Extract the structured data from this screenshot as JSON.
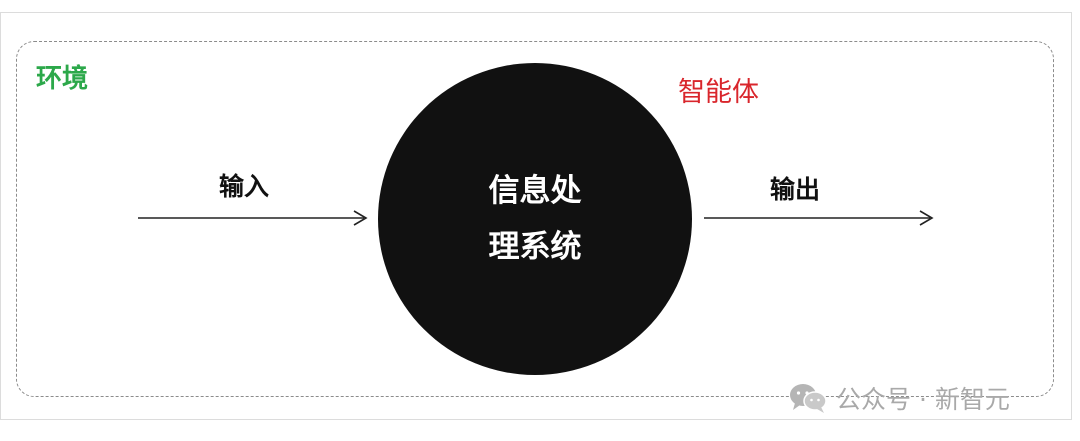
{
  "diagram": {
    "environment_label": "环境",
    "agent_label": "智能体",
    "input_label": "输入",
    "output_label": "输出",
    "processor_line1": "信息处",
    "processor_line2": "理系统",
    "colors": {
      "environment": "#2ca84a",
      "agent": "#d9262c",
      "processor_fill": "#111111"
    }
  },
  "watermark": {
    "icon": "wechat-icon",
    "text": "公众号 · 新智元"
  }
}
